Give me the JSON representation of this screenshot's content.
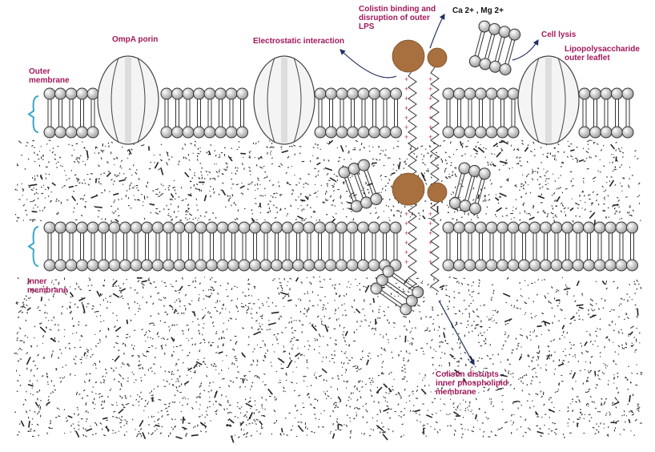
{
  "labels": {
    "ompa": "OmpA porin",
    "electrostatic": "Electrostatic interaction",
    "colistin_binding": "Colistin binding and disruption of outer LPS",
    "ions": "Ca 2+ , Mg 2+",
    "cell_lysis": "Cell lysis",
    "lps": "Lipopolysaccharide outer leaflet",
    "outer_membrane": "Outer membrane",
    "inner_membrane": "Inner membrane",
    "colistin_inner": "Colistin disrupts inner phospholipid membrane"
  },
  "colors": {
    "label": "#a3195b",
    "colistin": "#a8703f",
    "brace": "#3aa6c8"
  }
}
